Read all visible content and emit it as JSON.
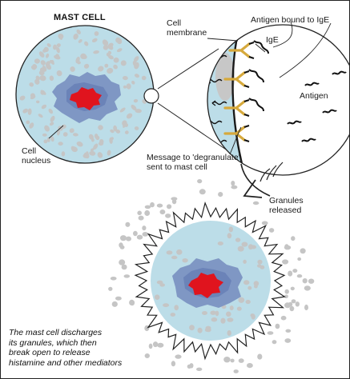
{
  "diagram": {
    "title": "MAST CELL",
    "labels": {
      "cell_membrane": "Cell\nmembrane",
      "antigen_bound": "Antigen bound to IgE",
      "ige": "IgE",
      "antigen": "Antigen",
      "cell_nucleus": "Cell\nnucleus",
      "message": "Message to 'degranulate'\nsent to mast cell",
      "granules_released": "Granules\nreleased"
    },
    "caption": "The mast cell discharges\nits granules, which then\nbreak open to release\nhistamine and other mediators",
    "colors": {
      "cytoplasm": "#bcdde8",
      "nucleus_outer": "#7f97c4",
      "nucleus_core": "#e0141e",
      "granule": "#c5c5c5",
      "receptor": "#d6a93c"
    }
  }
}
